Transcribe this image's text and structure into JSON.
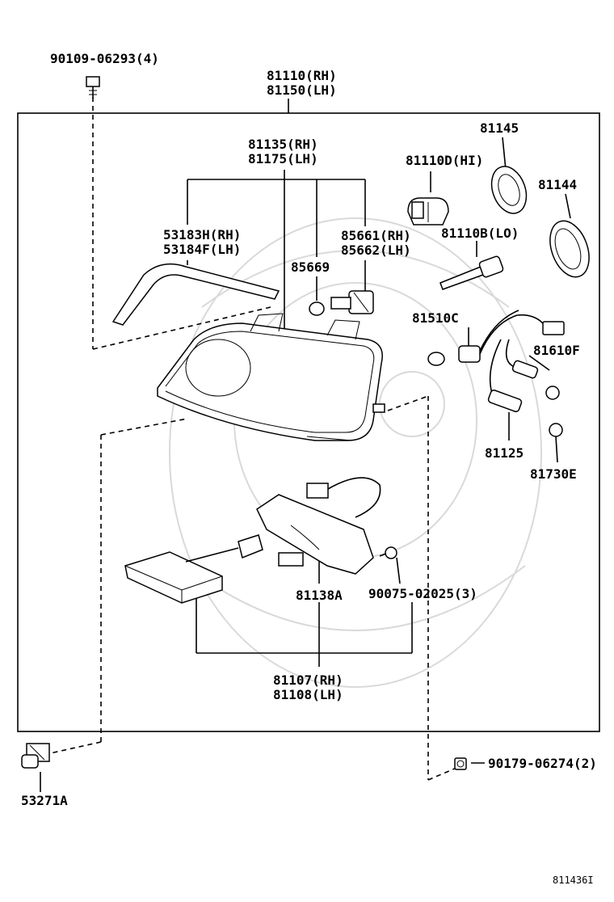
{
  "labels": {
    "bolt_top": "90109-06293(4)",
    "assy_rh": "81110(RH)",
    "assy_lh": "81150(LH)",
    "unit_rh": "81135(RH)",
    "unit_lh": "81175(LH)",
    "bulb_hi": "81110D(HI)",
    "cap_81145": "81145",
    "cap_81144": "81144",
    "strip_rh": "53183H(RH)",
    "strip_lh": "53184F(LH)",
    "ring_85669": "85669",
    "socket_rh": "85661(RH)",
    "socket_lh": "85662(LH)",
    "bulb_lo": "81110B(LO)",
    "bulb_81510c": "81510C",
    "bulb_81610f": "81610F",
    "socket_81125": "81125",
    "bulb_81730e": "81730E",
    "wire_81138a": "81138A",
    "screw_90075": "90075-02025(3)",
    "ballast_rh": "81107(RH)",
    "ballast_lh": "81108(LH)",
    "clip_53271a": "53271A",
    "nut_90179": "90179-06274(2)",
    "diagram_id": "811436I"
  }
}
